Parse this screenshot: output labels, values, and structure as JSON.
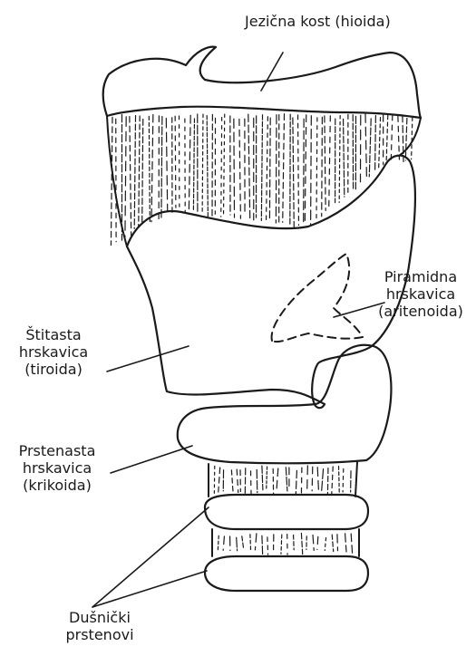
{
  "labels": {
    "hyoid": "Jezična kost (hioida)",
    "arytenoid": [
      "Piramidna",
      "hrskavica",
      "(aritenoida)"
    ],
    "thyroid": [
      "Štitasta",
      "hrskavica",
      "(tiroida)"
    ],
    "cricoid": [
      "Prstenasta",
      "hrskavica",
      "(krikoida)"
    ],
    "rings": [
      "Dušnički",
      "prstenovi"
    ]
  },
  "colors": {
    "ink": "#1a1a1a",
    "background": "#ffffff"
  }
}
